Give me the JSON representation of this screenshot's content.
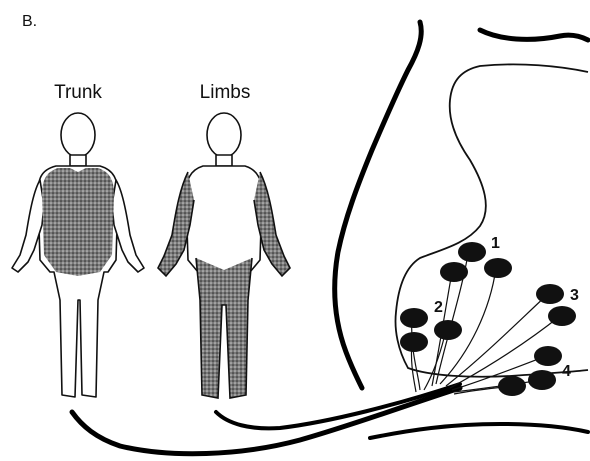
{
  "panel_label": "B.",
  "figures": [
    {
      "label": "Trunk",
      "shaded_region": "trunk"
    },
    {
      "label": "Limbs",
      "shaded_region": "limbs"
    }
  ],
  "nucleus_group_labels": [
    "1",
    "2",
    "3",
    "4"
  ],
  "colors": {
    "ink": "#111111",
    "background": "#ffffff"
  }
}
